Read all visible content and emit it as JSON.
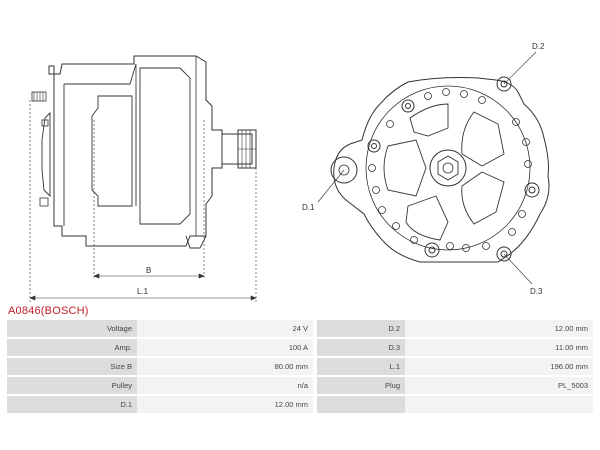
{
  "part_title": "A0846(BOSCH)",
  "drawing": {
    "labels": {
      "b": "B",
      "l1": "L.1",
      "d1": "D.1",
      "d2": "D.2",
      "d3": "D.3"
    }
  },
  "specs": [
    {
      "label": "Voltage",
      "value": "24 V",
      "label2": "D.2",
      "value2": "12.00 mm"
    },
    {
      "label": "Amp.",
      "value": "100 A",
      "label2": "D.3",
      "value2": "11.00 mm"
    },
    {
      "label": "Size B",
      "value": "80.00 mm",
      "label2": "L.1",
      "value2": "196.00 mm"
    },
    {
      "label": "Pulley",
      "value": "n/a",
      "label2": "Plug",
      "value2": "PL_5003"
    },
    {
      "label": "D.1",
      "value": "12.00 mm",
      "label2": "",
      "value2": ""
    }
  ],
  "colors": {
    "title": "#c0202a",
    "label_cell": "#dcdcdc",
    "value_cell": "#f3f3f3",
    "line": "#333333"
  }
}
